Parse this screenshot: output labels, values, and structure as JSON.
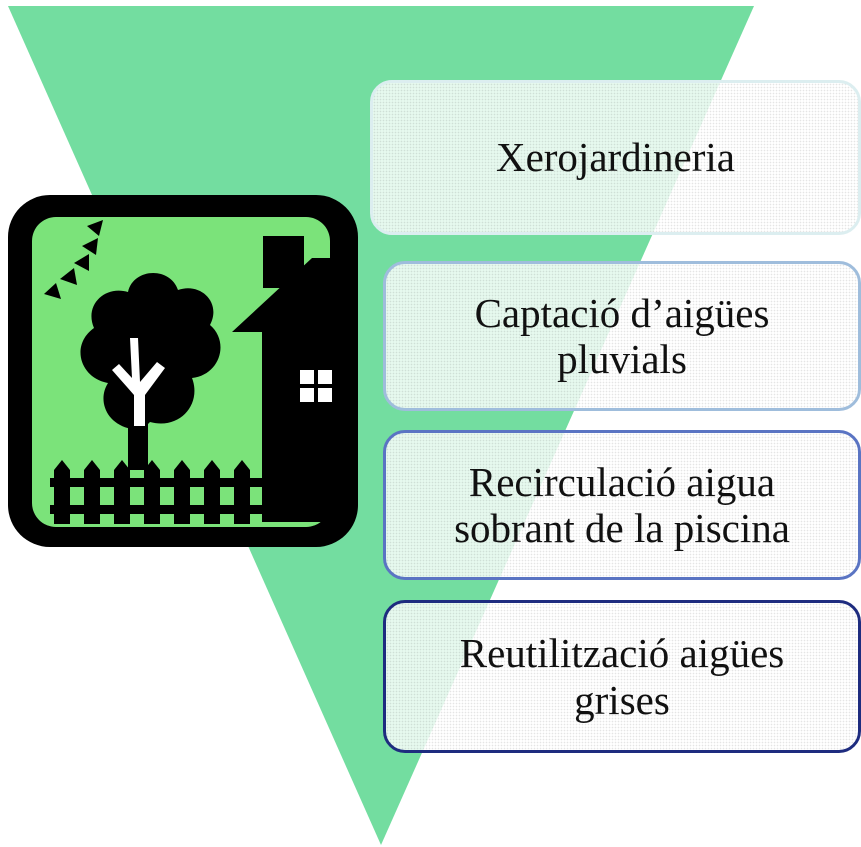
{
  "colors": {
    "funnel": "#73DDA0",
    "icon_frame": "#000000",
    "icon_background": "#7BE37A",
    "tree_trunk": "#ffffff",
    "box_borders": [
      "#dceef0",
      "#9fbddc",
      "#5a74c3",
      "#1e2c7f"
    ]
  },
  "illustration": {
    "icon_names": [
      "sun-rays-icon",
      "tree-icon",
      "fence-icon",
      "house-icon",
      "window-icon"
    ]
  },
  "items": [
    {
      "label": "Xerojardineria"
    },
    {
      "label": "Captació d’aigües\npluvials"
    },
    {
      "label": "Recirculació aigua\nsobrant de la piscina"
    },
    {
      "label": "Reutilització aigües\ngrises"
    }
  ]
}
